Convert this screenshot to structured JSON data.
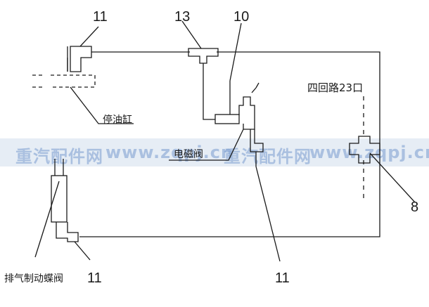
{
  "labels": {
    "valve_11_top": "11",
    "tee_13": "13",
    "solenoid_10": "10",
    "stop_cylinder": "停油缸",
    "four_circuit_port": "四回路23口",
    "solenoid_valve": "电磁阀",
    "part_8": "8",
    "exhaust_brake_valve": "排气制动蝶阀",
    "valve_11_bottom_left": "11",
    "valve_11_bottom_center": "11"
  },
  "watermark": {
    "segments": [
      "重汽配件网",
      "www.zqpj.cn",
      "重汽配件网",
      "www.zqpj.cn"
    ]
  },
  "colors": {
    "line": "#1a1a1a",
    "watermark": "#789bcd"
  }
}
